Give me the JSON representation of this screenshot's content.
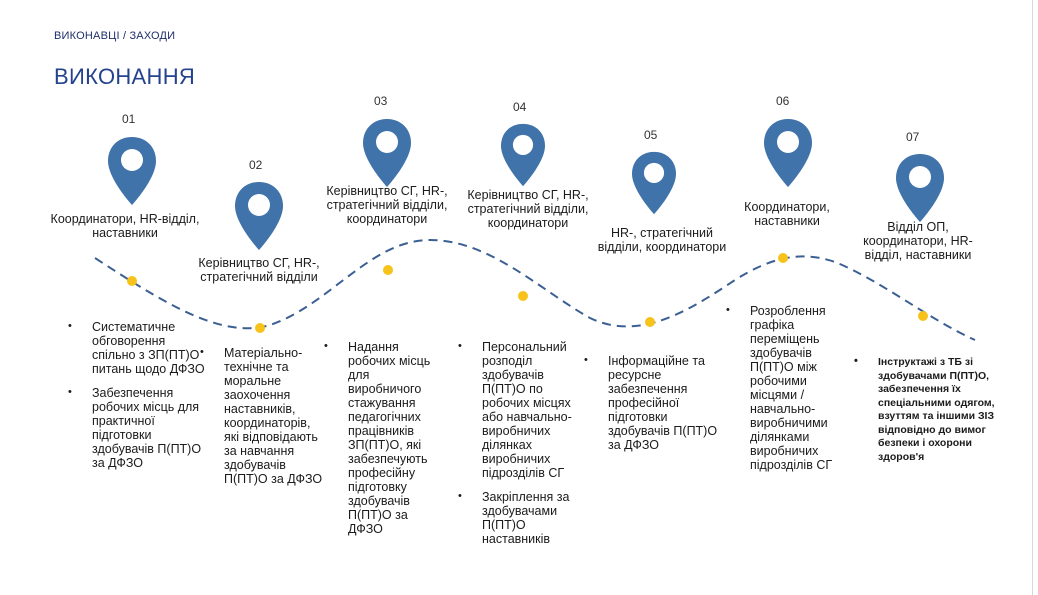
{
  "header": {
    "kicker": "ВИКОНАВЦІ / ЗАХОДИ",
    "title": "ВИКОНАННЯ"
  },
  "colors": {
    "pin": "#3f73a9",
    "dot": "#f7c21a",
    "line": "#3c5f93",
    "title": "#25428f"
  },
  "stages": [
    {
      "number": "01",
      "actor": "Координатори, HR-відділ, наставники",
      "items": [
        "Систематичне обговорення спільно з ЗП(ПТ)О питань щодо ДФЗО",
        "Забезпечення робочих місць для практичної підготовки здобувачів П(ПТ)О за ДФЗО"
      ]
    },
    {
      "number": "02",
      "actor": "Керівництво СГ, HR-, стратегічний відділи",
      "items": [
        "Матеріально-технічне та моральне заохочення наставників, координаторів, які відповідають за навчання здобувачів П(ПТ)О за ДФЗО"
      ]
    },
    {
      "number": "03",
      "actor": "Керівництво СГ, HR-, стратегічний відділи, координатори",
      "items": [
        "Надання робочих місць для виробничого стажування педагогічних працівників ЗП(ПТ)О, які забезпечують професійну підготовку здобувачів П(ПТ)О за ДФЗО"
      ]
    },
    {
      "number": "04",
      "actor": "Керівництво СГ, HR-, стратегічний відділи, координатори",
      "items": [
        "Персональний розподіл здобувачів П(ПТ)О по робочих місцях або навчально-виробничих ділянках виробничих підрозділів СГ",
        "Закріплення за здобувачами П(ПТ)О наставників"
      ]
    },
    {
      "number": "05",
      "actor": "HR-, стратегічний відділи, координатори",
      "items": [
        "Інформаційне та ресурсне забезпечення професійної підготовки здобувачів П(ПТ)О за ДФЗО"
      ]
    },
    {
      "number": "06",
      "actor": "Координатори, наставники",
      "items": [
        "Розроблення графіка переміщень здобувачів П(ПТ)О між робочими місцями / навчально-виробничими ділянками виробничих підрозділів СГ"
      ]
    },
    {
      "number": "07",
      "actor": "Відділ ОП, координатори, HR-відділ, наставники",
      "items": [
        "Інструктажі з ТБ зі здобувачами П(ПТ)О, забезпечення їх спеціальними одягом, взуттям та іншими ЗІЗ відповідно до вимог безпеки і охорони здоров'я"
      ]
    }
  ]
}
